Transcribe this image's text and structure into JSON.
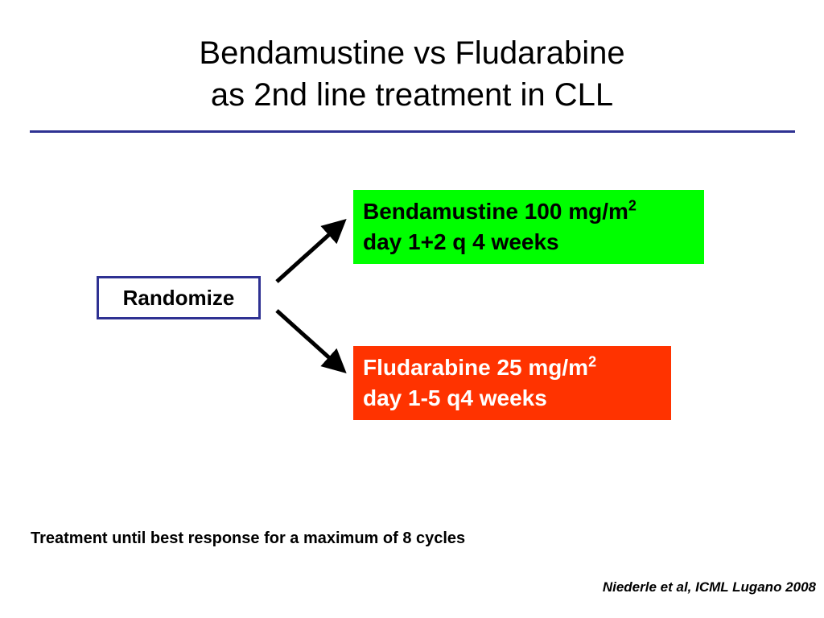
{
  "title": {
    "line1": "Bendamustine vs Fludarabine",
    "line2": "as 2nd line treatment in CLL"
  },
  "randomize": {
    "label": "Randomize"
  },
  "arms": {
    "bendamustine": {
      "line1": "Bendamustine 100 mg/m",
      "superscript": "2",
      "line2": "day 1+2 q 4 weeks",
      "color": "#00ff00"
    },
    "fludarabine": {
      "line1": "Fludarabine 25 mg/m",
      "superscript": "2",
      "line2": "day 1-5 q4 weeks",
      "color": "#ff3300"
    }
  },
  "footnote": "Treatment until best response for a maximum of 8 cycles",
  "citation": "Niederle et al, ICML Lugano 2008",
  "colors": {
    "rule": "#2e3192",
    "box_border": "#2e3192"
  }
}
